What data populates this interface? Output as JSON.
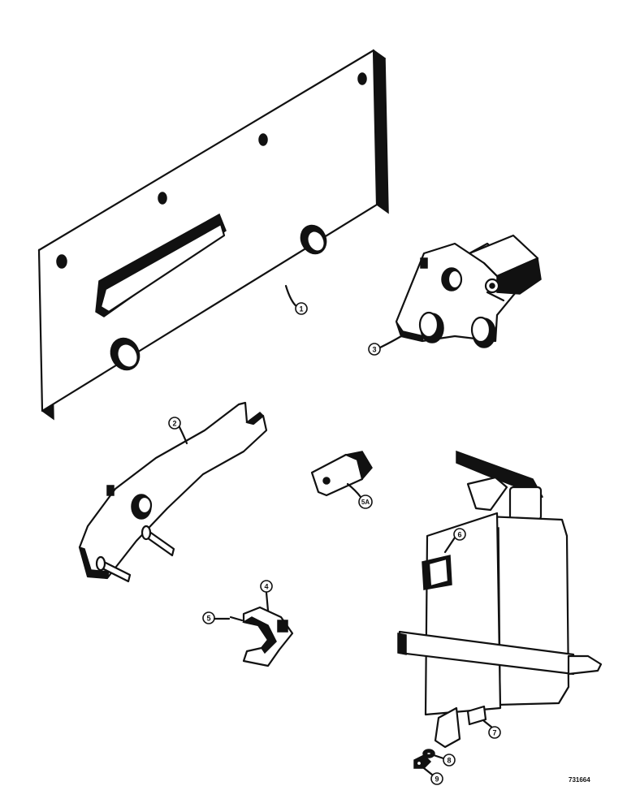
{
  "callouts": {
    "c1": "1",
    "c2": "2",
    "c3": "3",
    "c4": "4",
    "c5": "5",
    "c5a": "5A",
    "c6": "6",
    "c7": "7",
    "c8": "8",
    "c9": "9"
  },
  "drawing_number": "731664"
}
